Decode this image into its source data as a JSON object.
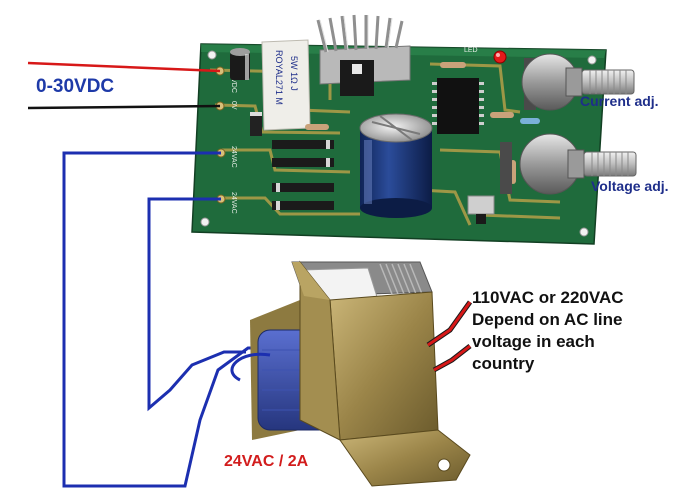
{
  "labels": {
    "output": "0-30VDC",
    "current_adj": "Current adj.",
    "voltage_adj": "Voltage adj.",
    "secondary": "24VAC / 2A",
    "mains_note": [
      "110VAC or 220VAC",
      "Depend on AC line",
      "voltage in each",
      "country"
    ]
  },
  "pcb_marks": {
    "resistor": [
      "ROYAL271 M",
      "5W 1Ω J"
    ],
    "led": "LED",
    "out_plus": "+0-30VDC",
    "out_minus": "0V",
    "ac_in_1": "24VAC",
    "ac_in_2": "24VAC"
  },
  "colors": {
    "wire_red": "#d71818",
    "wire_black": "#111111",
    "wire_blue": "#1c2fb0",
    "pcb_green": "#1f6b3c",
    "label_blue": "#1e3aa8",
    "label_red": "#d21c1c"
  }
}
